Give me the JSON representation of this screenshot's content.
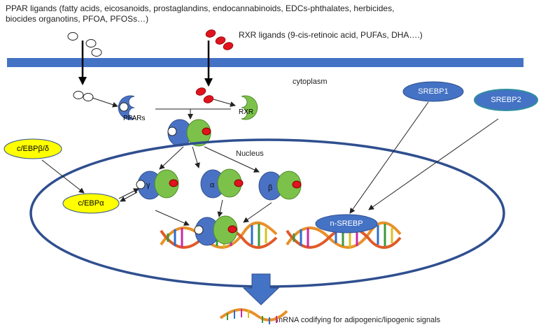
{
  "header": {
    "ppar_ligands_line1": "PPAR ligands (fatty acids, eicosanoids, prostaglandins,  endocannabinoids, EDCs-phthalates, herbicides,",
    "ppar_ligands_line2": "biocides organotins, PFOA, PFOSs…)",
    "rxr_ligands": "RXR ligands (9-cis-retinoic acid, PUFAs, DHA….)"
  },
  "labels": {
    "cytoplasm": "cytoplasm",
    "nucleus": "Nucleus",
    "ppars": "PPARs",
    "rxr": "RXR",
    "isoform_gamma": "γ",
    "isoform_alpha": "α",
    "isoform_beta": "β",
    "cebp_bd": "c/EBPβ/δ",
    "cebp_a": "c/EBPα",
    "srebp1": "SREBP1",
    "srebp2": "SREBP2",
    "n_srebp": "n-SREBP",
    "mrna": "mRNA codifying  for adipogenic/lipogenic signals"
  },
  "colors": {
    "membrane": "#4472c4",
    "ppar_blue": "#4a72c4",
    "rxr_green": "#7cc24a",
    "ligand_red": "#e0141e",
    "cebp_yellow": "#ffff00",
    "nucleus_border": "#2f4f8f",
    "srebp_blue": "#4472c4"
  }
}
